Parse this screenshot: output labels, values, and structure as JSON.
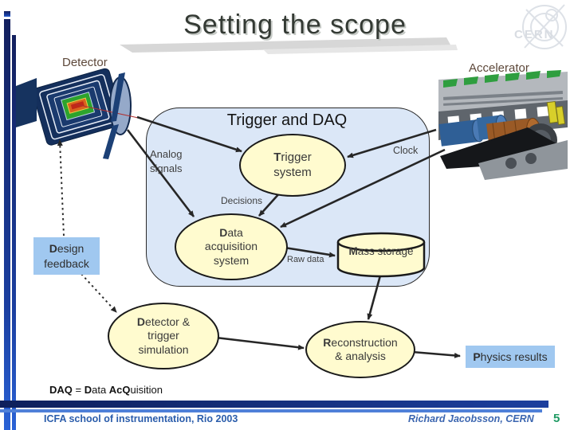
{
  "slide": {
    "title": "Setting the scope",
    "watermark": "CERN",
    "page_number": "5",
    "footer_left": "ICFA school of instrumentation, Rio 2003",
    "footer_right": "Richard Jacobsson, CERN"
  },
  "images": {
    "detector_label": "Detector",
    "accelerator_label": "Accelerator"
  },
  "daq_box": {
    "title": "Trigger and DAQ"
  },
  "labels": {
    "analog_signals": "Analog\nsignals",
    "clock": "Clock",
    "decisions": "Decisions",
    "raw_data": "Raw data"
  },
  "nodes": {
    "trigger_system": "Trigger\nsystem",
    "data_acquisition": "Data\nacquisition\nsystem",
    "mass_storage": "Mass storage",
    "design_feedback": "Design\nfeedback",
    "simulation": "Detector &\ntrigger\nsimulation",
    "reconstruction": "Reconstruction\n& analysis",
    "physics_results": "Physics results"
  },
  "footnote": {
    "p1": "DAQ",
    "p2": " = ",
    "p3": "D",
    "p4": "ata ",
    "p5": "AcQ",
    "p6": "uisition"
  },
  "colors": {
    "node_fill": "#fffbcf",
    "box_fill": "#dbe7f7",
    "blue_node_fill": "#a0c8f0",
    "bar_blue": "#1b3fa0",
    "footer_text": "#2b5dab",
    "page_number_green": "#1f9a63"
  }
}
